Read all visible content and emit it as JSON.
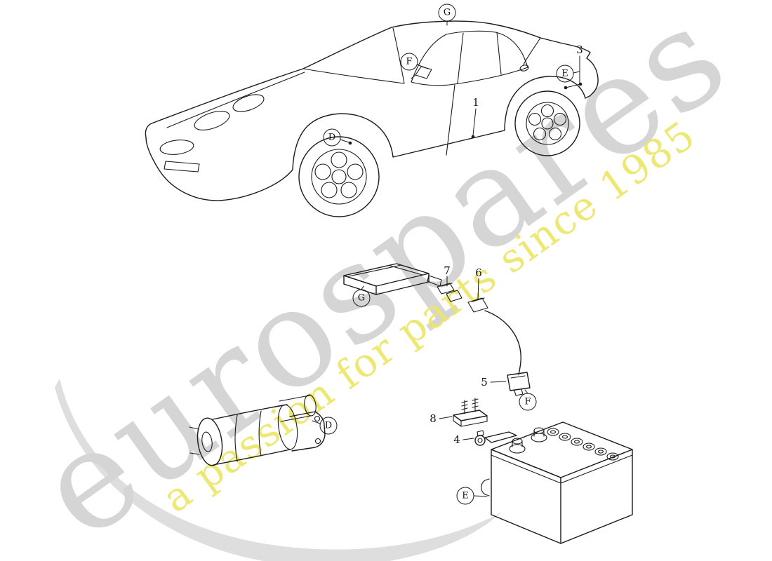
{
  "diagram": {
    "kind": "exploded-parts-diagram",
    "line_color": "#1a1a1a"
  },
  "watermark": {
    "brand": "eurospares",
    "tagline": "a passion for parts since 1985",
    "brand_color": "#d5d5d5",
    "tagline_color": "#ece768",
    "swoosh_color": "#dedede"
  },
  "callouts": {
    "car_g": "G",
    "car_f": "F",
    "car_e": "E",
    "car_d": "D",
    "module_g": "G",
    "harness_f": "F",
    "starter_d": "D",
    "battery_e": "E"
  },
  "part_numbers": {
    "n1": "1",
    "n3": "3",
    "n4": "4",
    "n5": "5",
    "n6": "6",
    "n7": "7",
    "n8": "8"
  }
}
